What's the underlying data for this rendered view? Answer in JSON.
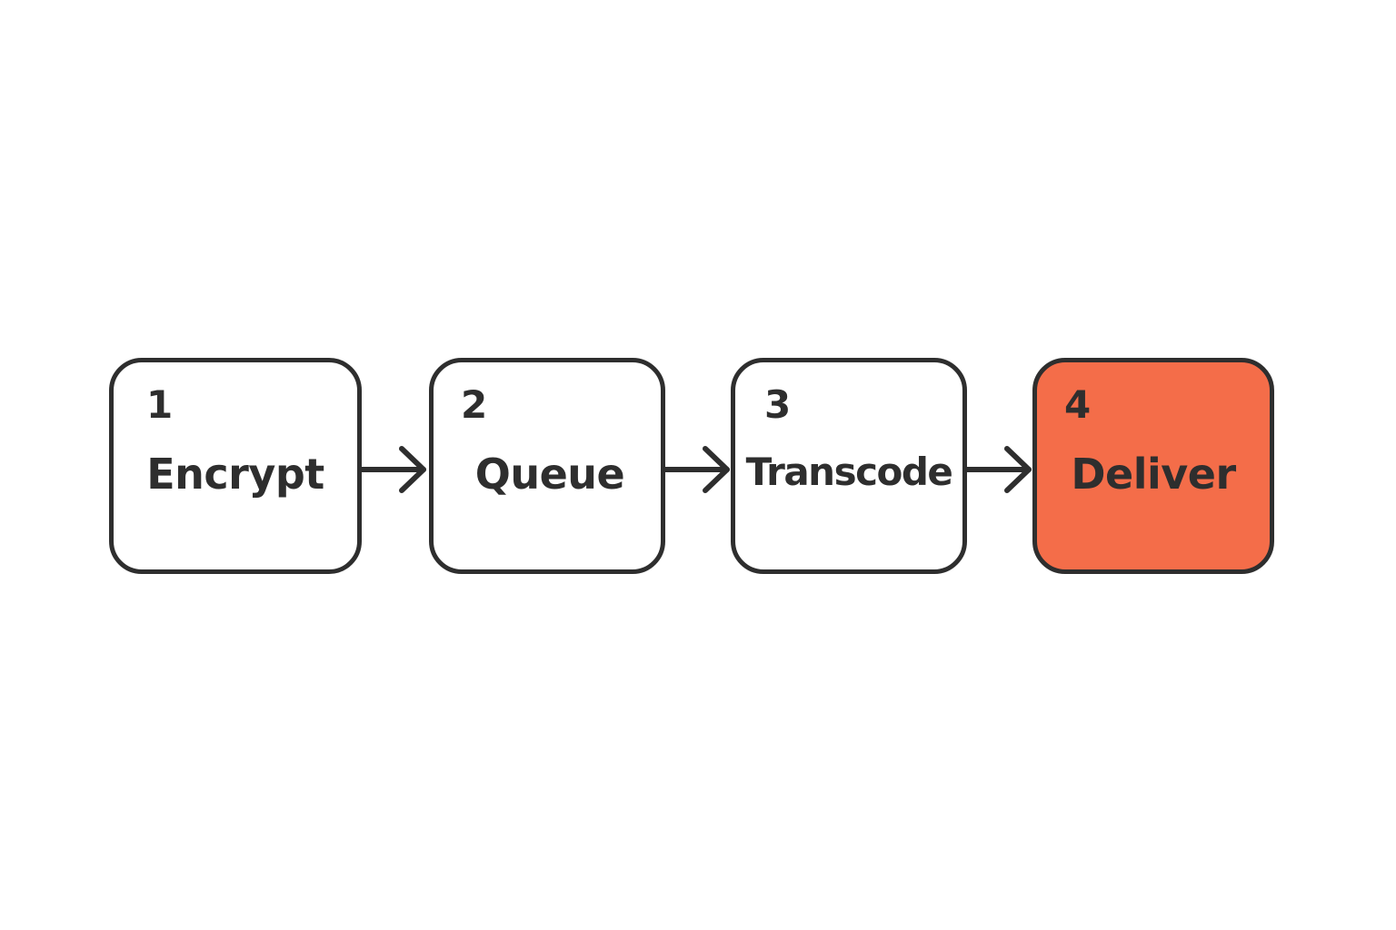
{
  "steps": [
    {
      "number": "1",
      "label": "Encrypt",
      "highlighted": false
    },
    {
      "number": "2",
      "label": "Queue",
      "highlighted": false
    },
    {
      "number": "3",
      "label": "Transcode",
      "highlighted": false
    },
    {
      "number": "4",
      "label": "Deliver",
      "highlighted": true
    }
  ],
  "colors": {
    "stroke": "#2e2e2e",
    "highlight_fill": "#f46d49",
    "default_fill": "#ffffff"
  },
  "connectors": [
    {
      "from": "1",
      "to": "2",
      "icon": "arrow-right-icon"
    },
    {
      "from": "2",
      "to": "3",
      "icon": "arrow-right-icon"
    },
    {
      "from": "3",
      "to": "4",
      "icon": "arrow-right-icon"
    }
  ]
}
